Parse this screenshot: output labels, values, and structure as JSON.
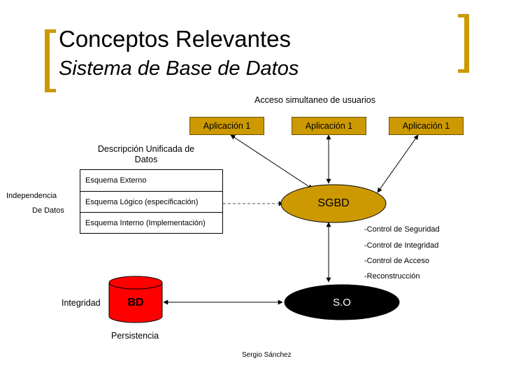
{
  "slide": {
    "title": "Conceptos Relevantes",
    "subtitle": "Sistema de Base de Datos",
    "footer": "Sergio Sánchez"
  },
  "diagram": {
    "concurrent_access_label": "Acceso simultaneo de usuarios",
    "apps": [
      "Aplicación 1",
      "Aplicación 1",
      "Aplicación 1"
    ],
    "unified_description_line1": "Descripción Unificada de",
    "unified_description_line2": "Datos",
    "schemas": [
      "Esquema Externo",
      "Esquema Lógico (especificación)",
      "Esquema Interno (Implementación)"
    ],
    "independence_line1": "Independencia",
    "independence_line2": "De Datos",
    "sgbd_label": "SGBD",
    "so_label": "S.O",
    "bd_label": "BD",
    "integrity_label": "Integridad",
    "persistence_label": "Persistencia",
    "controls": [
      "-Control de Seguridad",
      "-Control de Integridad",
      "-Control de Acceso",
      "-Reconstrucción"
    ]
  },
  "colors": {
    "accent_gold": "#CC9900",
    "database_red": "#FF0000",
    "os_black": "#000000"
  }
}
